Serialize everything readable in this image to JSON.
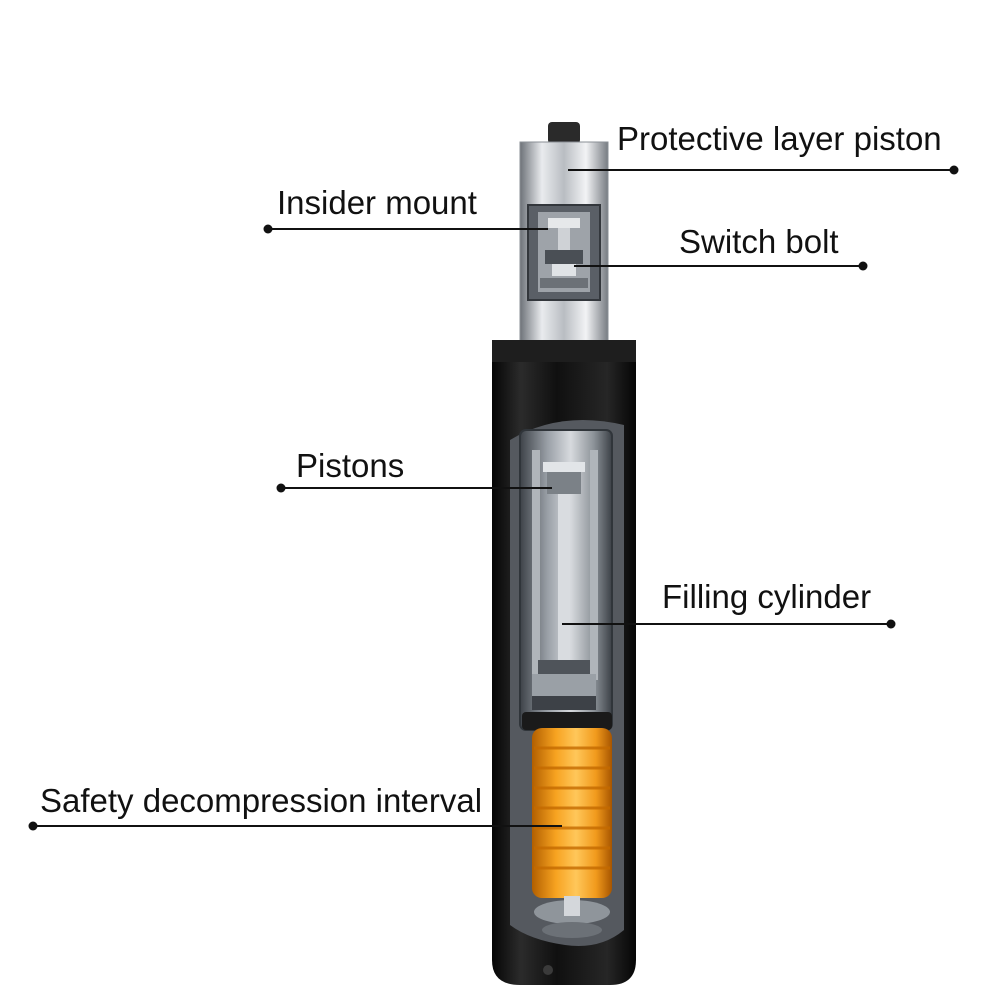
{
  "labels": {
    "protective_layer_piston": "Protective layer piston",
    "insider_mount": "Insider mount",
    "switch_bolt": "Switch bolt",
    "pistons": "Pistons",
    "filling_cylinder": "Filling cylinder",
    "safety_decompression_interval": "Safety decompression interval"
  },
  "colors": {
    "outer_cylinder": "#141414",
    "steel": "#c9ccd0",
    "steel_dark": "#6d7278",
    "spring_orange": "#f19a1c",
    "leader_line": "#111111"
  }
}
